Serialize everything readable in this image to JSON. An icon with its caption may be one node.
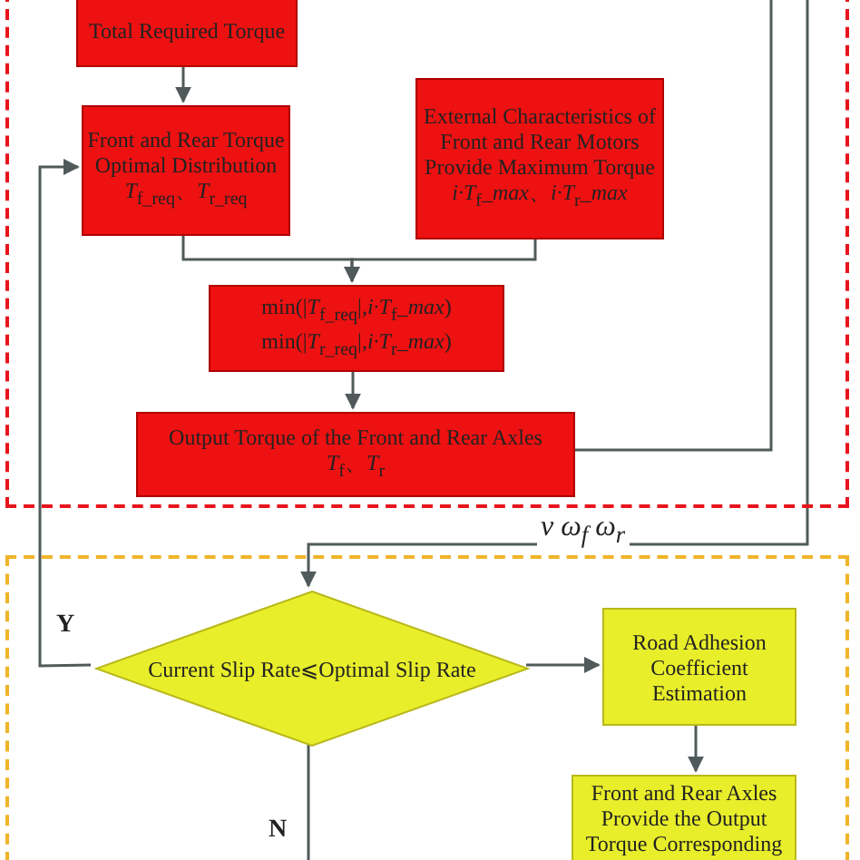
{
  "diagram": {
    "nodes": [
      {
        "text": [],
        "shape": "box"
      },
      {
        "text": [],
        "shape": "box"
      },
      {
        "text": [
          "Total Required Torque"
        ],
        "in": 0
      },
      {
        "text": [
          "Front and Rear Torque Optimal Distribution",
          "*T*$_{f_req}$、*T*$_{r_req}$"
        ],
        "in": 0
      },
      {
        "text": [
          "External Characteristics of Front and Rear Motors Provide Maximum Torque",
          "*i·T*$_{f}$*_max*、*i·T*$_{r}$*_max*"
        ],
        "in": 0
      },
      {
        "text": [
          "min(|*T*$_{f_req}$|,*i·T*$_{f}$*_max*) min(|*T*$_{r_req}$|,*i·T*$_{r}$*_max*)"
        ],
        "in": 0
      },
      {
        "text": [
          "Output Torque of the Front and Rear Axles",
          "*T*$_{f}$、*T*$_{r}$"
        ],
        "in": 0
      },
      {
        "text": [
          "Current Slip Rate⩽Optimal Slip Rate"
        ],
        "in": 1
      },
      {
        "text": [
          "Road Adhesion Coefficient Estimation"
        ],
        "in": 1
      },
      {
        "text": [
          "Front and Rear Axles Provide the Output Torque Corresponding to the"
        ],
        "in": 1
      }
    ],
    "edges": [
      {
        "from": 2,
        "to": 3,
        "arrow": "to"
      },
      {
        "from": 3,
        "to": 5,
        "arrow": "to"
      },
      {
        "from": 4,
        "to": 5,
        "arrow": "to"
      },
      {
        "from": 5,
        "to": 6,
        "arrow": "to"
      },
      {
        "from": 6,
        "to": null,
        "arrow": "none"
      },
      {
        "from": null,
        "to": 7,
        "arrow": "to",
        "label": "v ω$_{f}$ ω$_{r}$"
      },
      {
        "from": 7,
        "to": 3,
        "arrow": "to",
        "label": "Y"
      },
      {
        "from": 7,
        "to": 8,
        "arrow": "to"
      },
      {
        "from": 8,
        "to": 9,
        "arrow": "to"
      },
      {
        "from": 7,
        "to": null,
        "arrow": "none",
        "label": "N"
      }
    ]
  }
}
